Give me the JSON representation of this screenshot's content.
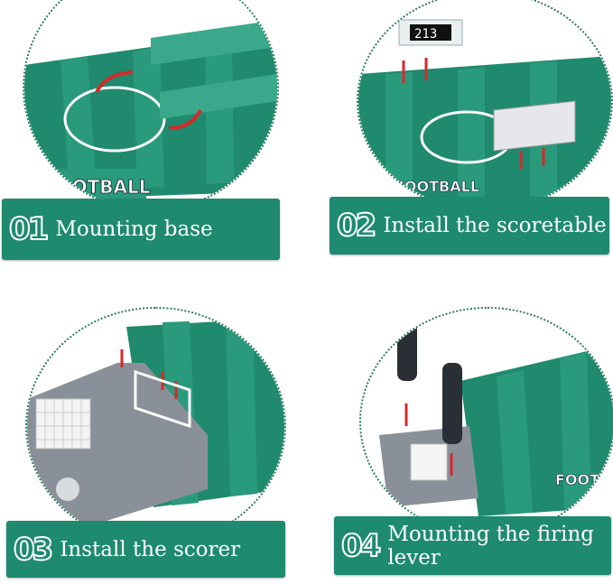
{
  "steps": [
    {
      "number": "01",
      "label": "Mounting base",
      "logo": "FOOTBALL"
    },
    {
      "number": "02",
      "label": "Install the scoretable",
      "logo": "FOOTBALL"
    },
    {
      "number": "03",
      "label": "Install the scorer"
    },
    {
      "number": "04",
      "label": "Mounting the firing lever",
      "logo": "FOOTBALL"
    }
  ],
  "colors": {
    "banner": "#1e8a70",
    "field": "#1f8a6e",
    "field_stripe": "#2a9a7c",
    "arrow": "#d42a2a",
    "base_grey": "#8a9099"
  }
}
